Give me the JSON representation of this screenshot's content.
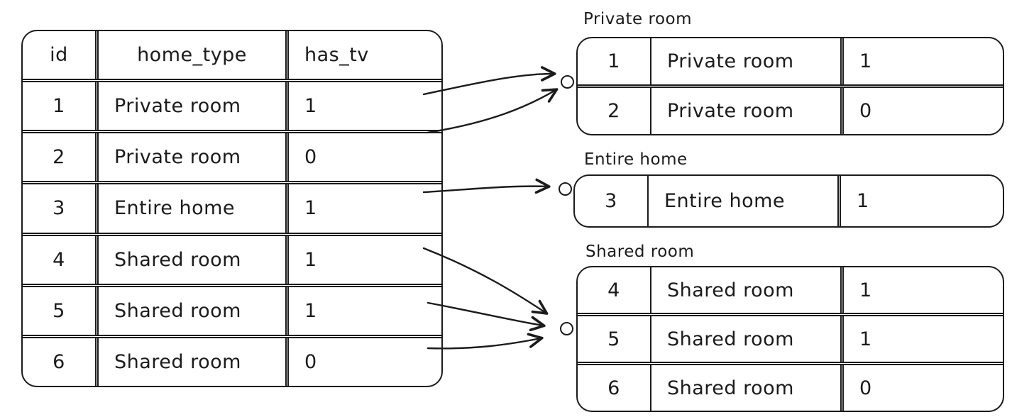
{
  "diagram": {
    "left_table": {
      "headers": [
        "id",
        "home_type",
        "has_tv"
      ],
      "rows": [
        {
          "id": "1",
          "home_type": "Private room",
          "has_tv": "1"
        },
        {
          "id": "2",
          "home_type": "Private room",
          "has_tv": "0"
        },
        {
          "id": "3",
          "home_type": "Entire home",
          "has_tv": "1"
        },
        {
          "id": "4",
          "home_type": "Shared room",
          "has_tv": "1"
        },
        {
          "id": "5",
          "home_type": "Shared room",
          "has_tv": "1"
        },
        {
          "id": "6",
          "home_type": "Shared room",
          "has_tv": "0"
        }
      ]
    },
    "groups": [
      {
        "label": "Private room",
        "rows": [
          {
            "id": "1",
            "home_type": "Private room",
            "has_tv": "1"
          },
          {
            "id": "2",
            "home_type": "Private room",
            "has_tv": "0"
          }
        ]
      },
      {
        "label": "Entire home",
        "rows": [
          {
            "id": "3",
            "home_type": "Entire home",
            "has_tv": "1"
          }
        ]
      },
      {
        "label": "Shared room",
        "rows": [
          {
            "id": "4",
            "home_type": "Shared room",
            "has_tv": "1"
          },
          {
            "id": "5",
            "home_type": "Shared room",
            "has_tv": "1"
          },
          {
            "id": "6",
            "home_type": "Shared room",
            "has_tv": "0"
          }
        ]
      }
    ],
    "colors": {
      "stroke": "#1b1b1b",
      "background": "#ffffff"
    }
  }
}
